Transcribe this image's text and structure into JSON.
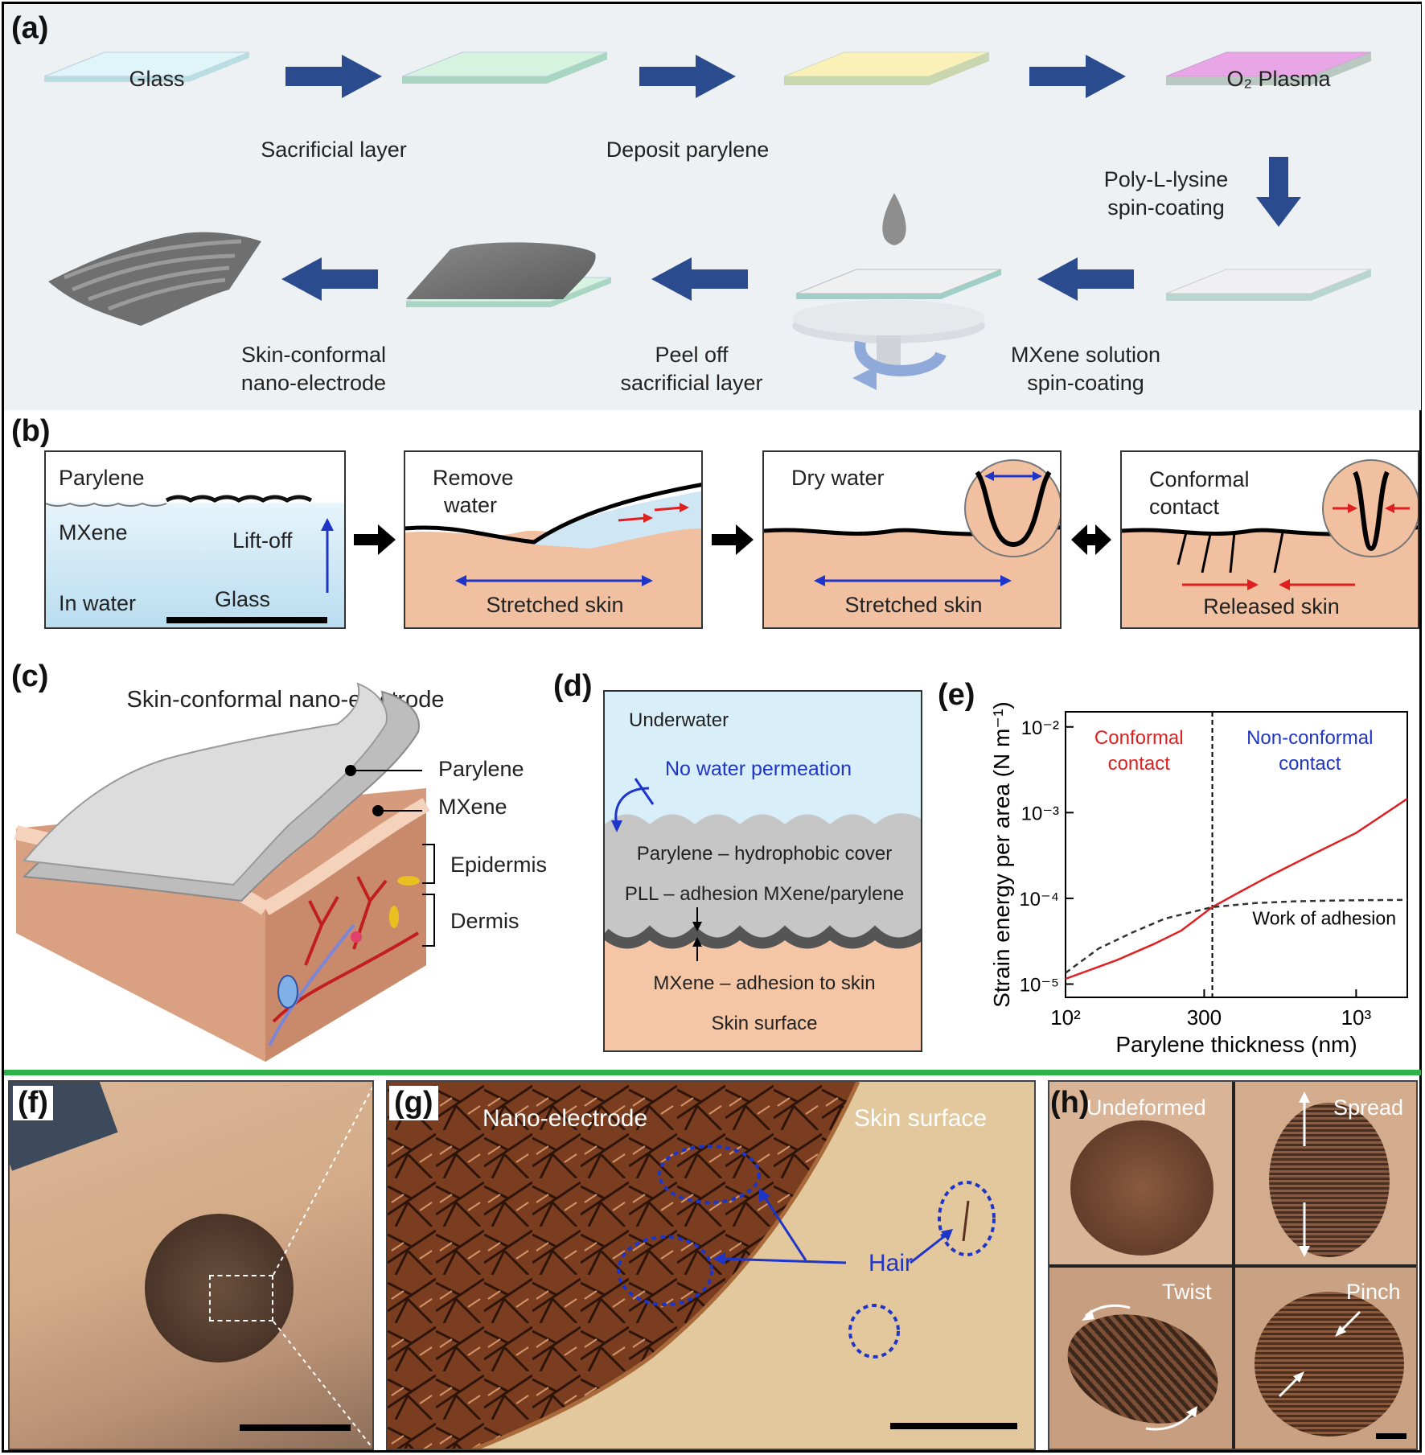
{
  "panel_labels": {
    "a": "(a)",
    "b": "(b)",
    "c": "(c)",
    "d": "(d)",
    "e": "(e)",
    "f": "(f)",
    "g": "(g)",
    "h": "(h)"
  },
  "panel_a": {
    "glass": "Glass",
    "sacrificial_layer": "Sacrificial layer",
    "deposit_parylene": "Deposit parylene",
    "o2_plasma": "O₂ Plasma",
    "poly_l_lysine": "Poly-L-lysine",
    "spin_coating": "spin-coating",
    "mxene_solution": "MXene solution",
    "mxene_spin_coating": "spin-coating",
    "peel_off": "Peel off",
    "peel_sacrificial": "sacrificial layer",
    "skin_conformal": "Skin-conformal",
    "nano_electrode": "nano-electrode"
  },
  "panel_b": {
    "parylene": "Parylene",
    "mxene": "MXene",
    "lift_off": "Lift-off",
    "in_water": "In water",
    "glass": "Glass",
    "remove": "Remove",
    "water": "water",
    "stretched_skin_1": "Stretched skin",
    "dry_water": "Dry water",
    "stretched_skin_2": "Stretched skin",
    "conformal": "Conformal",
    "contact": "contact",
    "released_skin": "Released skin"
  },
  "panel_c": {
    "title": "Skin-conformal nano-electrode",
    "parylene": "Parylene",
    "mxene": "MXene",
    "epidermis": "Epidermis",
    "dermis": "Dermis"
  },
  "panel_d": {
    "underwater": "Underwater",
    "no_water": "No water permeation",
    "parylene_cover": "Parylene – hydrophobic cover",
    "pll": "PLL – adhesion MXene/parylene",
    "mxene_adhesion": "MXene – adhesion to skin",
    "skin_surface": "Skin surface"
  },
  "panel_f": {},
  "panel_g": {
    "nano_electrode": "Nano-electrode",
    "skin_surface": "Skin surface",
    "hair": "Hair"
  },
  "panel_h": {
    "undeformed": "Undeformed",
    "spread": "Spread",
    "twist": "Twist",
    "pinch": "Pinch"
  },
  "colors": {
    "conformal": "#e02020",
    "non_conformal": "#1f35c8",
    "arrow_blue": "#2a4b8d"
  },
  "chart_data": {
    "type": "line",
    "xlabel": "Parylene thickness (nm)",
    "ylabel": "Strain energy per area (N m⁻¹)",
    "xscale": "log",
    "yscale": "log",
    "xlim": [
      100,
      1500
    ],
    "ylim": [
      7e-06,
      0.015
    ],
    "x_ticks": [
      100,
      300,
      1000
    ],
    "x_tick_labels": [
      "10²",
      "300",
      "10³"
    ],
    "y_ticks": [
      1e-05,
      0.0001,
      0.001,
      0.01
    ],
    "y_tick_labels": [
      "10⁻⁵",
      "10⁻⁴",
      "10⁻³",
      "10⁻²"
    ],
    "vline_x": 320,
    "region_left": [
      "Conformal",
      "contact"
    ],
    "region_right": [
      "Non-conformal",
      "contact"
    ],
    "annotation": "Work of adhesion",
    "series": [
      {
        "name": "",
        "style": "solid",
        "color": "#e02020",
        "x": [
          100,
          150,
          200,
          250,
          320,
          400,
          500,
          700,
          1000,
          1500
        ],
        "y": [
          1.15e-05,
          1.9e-05,
          2.9e-05,
          4.2e-05,
          7.9e-05,
          0.00012,
          0.00018,
          0.00032,
          0.00058,
          0.00145
        ]
      },
      {
        "name": "Work of adhesion",
        "style": "dashed",
        "color": "#333333",
        "x": [
          100,
          130,
          170,
          220,
          320,
          450,
          600,
          800,
          1000,
          1500
        ],
        "y": [
          1.35e-05,
          2.6e-05,
          4e-05,
          5.8e-05,
          7.9e-05,
          8.8e-05,
          9.2e-05,
          9.4e-05,
          9.5e-05,
          9.6e-05
        ]
      }
    ]
  }
}
